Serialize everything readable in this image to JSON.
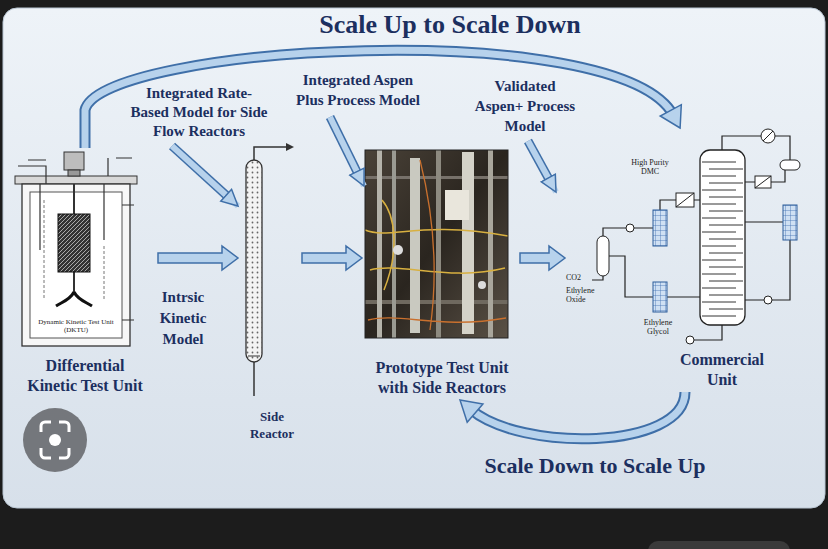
{
  "diagram": {
    "title": "Scale Up to Scale Down",
    "nodes": [
      {
        "text": [
          "Differential Kinetic Test Unit"
        ]
      },
      {
        "text": [
          "Side Reactor"
        ]
      },
      {
        "text": [
          "Prototype Test Unit with Side Reactors"
        ]
      },
      {
        "text": [
          "Commercial Unit"
        ]
      }
    ],
    "edges": [
      {
        "from": 0,
        "to": 3,
        "arrow": "to"
      },
      {
        "from": 0,
        "to": 1,
        "arrow": "to"
      },
      {
        "from": 1,
        "to": 2,
        "arrow": "to"
      },
      {
        "from": 2,
        "to": 3,
        "arrow": "to"
      },
      {
        "from": 3,
        "to": 2,
        "label": "Scale Down to Scale Up",
        "arrow": "to"
      }
    ],
    "labels": [
      "Integrated Rate-Based Model for Side Flow Reactors",
      "Integrated Aspen Plus Process Model",
      "Validated Aspen+ Process Model",
      "Intrsic Kinetic Model",
      "Dynamic Kinetic Test Unit (DKTU)",
      "High Purity DMC",
      "CO2",
      "Ethylene Oxide",
      "Ethylene Glycol"
    ]
  }
}
